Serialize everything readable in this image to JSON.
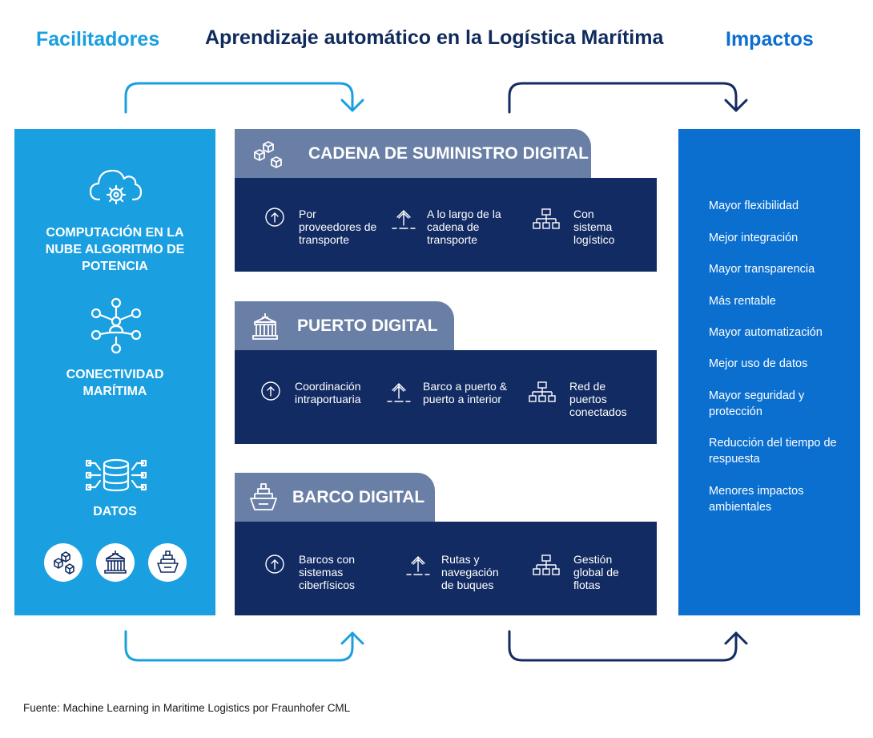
{
  "headers": {
    "left": "Facilitadores",
    "center": "Aprendizaje automático en la Logística Marítima",
    "right": "Impactos"
  },
  "enablers": [
    {
      "label": "COMPUTACIÓN EN LA NUBE ALGORITMO DE POTENCIA",
      "icon": "cloud-gear-icon"
    },
    {
      "label": "CONECTIVIDAD MARÍTIMA",
      "icon": "network-icon"
    },
    {
      "label": "DATOS",
      "icon": "database-icon"
    }
  ],
  "sections": [
    {
      "title": "CADENA DE SUMINISTRO DIGITAL",
      "icon": "supply-chain-icon",
      "items": [
        {
          "icon": "arrow-circle-icon",
          "text": "Por proveedores de transporte"
        },
        {
          "icon": "upload-arrow-icon",
          "text": "A lo largo de la cadena de transporte"
        },
        {
          "icon": "hierarchy-icon",
          "text": "Con sistema logístico"
        }
      ]
    },
    {
      "title": "PUERTO DIGITAL",
      "icon": "port-building-icon",
      "items": [
        {
          "icon": "arrow-circle-icon",
          "text": "Coordinación intraportuaria"
        },
        {
          "icon": "upload-arrow-icon",
          "text": "Barco a puerto & puerto a interior"
        },
        {
          "icon": "hierarchy-icon",
          "text": "Red de puertos conectados"
        }
      ]
    },
    {
      "title": "BARCO DIGITAL",
      "icon": "ship-icon",
      "items": [
        {
          "icon": "arrow-circle-icon",
          "text": "Barcos con sistemas ciberfísicos"
        },
        {
          "icon": "upload-arrow-icon",
          "text": "Rutas y navegación de buques"
        },
        {
          "icon": "hierarchy-icon",
          "text": "Gestión global de flotas"
        }
      ]
    }
  ],
  "impacts": [
    "Mayor flexibilidad",
    "Mejor integración",
    "Mayor transparencia",
    "Más rentable",
    "Mayor automatización",
    "Mejor uso de datos",
    "Mayor seguridad y protección",
    "Reducción del tiempo de respuesta",
    "Menores impactos ambientales"
  ],
  "source": "Fuente: Machine Learning in Maritime Logistics por Fraunhofer CML",
  "colors": {
    "light_blue": "#1a9fe0",
    "mid_blue": "#0b6fd0",
    "navy": "#132b63",
    "tab_gray": "#6a7fa6",
    "heading_navy": "#0f2a5c"
  }
}
